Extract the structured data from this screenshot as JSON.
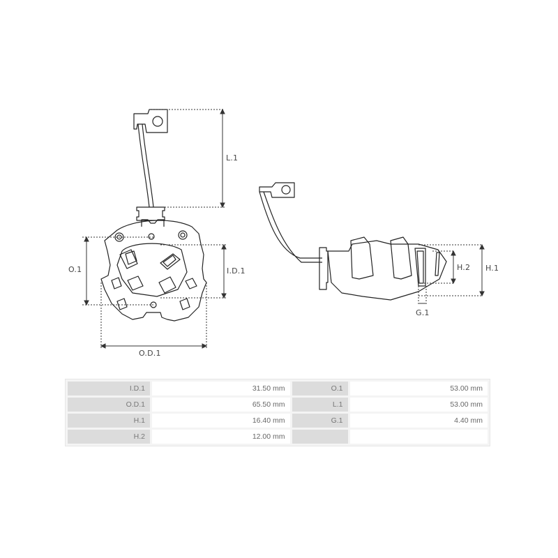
{
  "diagram": {
    "front_view": {
      "labels": {
        "l1": "L.1",
        "o1": "O.1",
        "id1": "I.D.1",
        "od1": "O.D.1"
      }
    },
    "side_view": {
      "labels": {
        "h1": "H.1",
        "h2": "H.2",
        "g1": "G.1"
      }
    }
  },
  "specs": {
    "rows": [
      {
        "k1": "I.D.1",
        "v1": "31.50 mm",
        "k2": "O.1",
        "v2": "53.00 mm"
      },
      {
        "k1": "O.D.1",
        "v1": "65.50 mm",
        "k2": "L.1",
        "v2": "53.00 mm"
      },
      {
        "k1": "H.1",
        "v1": "16.40 mm",
        "k2": "G.1",
        "v2": "4.40 mm"
      },
      {
        "k1": "H.2",
        "v1": "12.00 mm",
        "k2": "",
        "v2": ""
      }
    ]
  },
  "colors": {
    "line": "#222222",
    "dim": "#333333",
    "key_bg": "#dcdcdc",
    "table_bg": "#f4f4f4"
  }
}
